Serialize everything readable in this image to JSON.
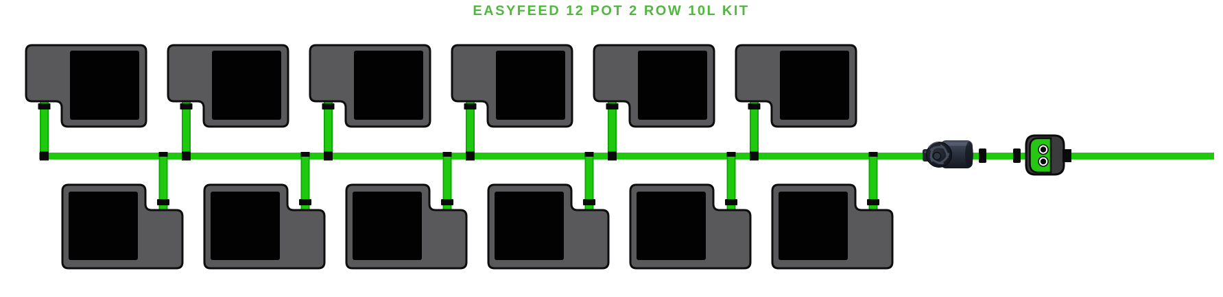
{
  "title": {
    "text": "EASYFEED 12 POT 2 ROW 10L KIT"
  },
  "diagram": {
    "pot_count": 12,
    "rows": 2,
    "pots_per_row": 6,
    "pot_size": "10L"
  },
  "components": {
    "pot": "pot-with-drip-tray",
    "tube": "green-feed-tube",
    "tee": "tee-fitting",
    "collar": "tube-collar-fitting",
    "pump": "inline-water-pump",
    "outlet": "dual-outlet-valve"
  },
  "colors": {
    "title_green": "#52b740",
    "tube_green": "#1ec90e",
    "tube_edge": "#0da306",
    "tray_gray": "#59595b",
    "tray_border": "#0d0d0d",
    "pot_black": "#020202",
    "fitting_black": "#0a0a0a",
    "pump_body_light": "#4a5263",
    "pump_body_dark": "#141720",
    "valve_green": "#25c713",
    "background": "#ffffff"
  }
}
